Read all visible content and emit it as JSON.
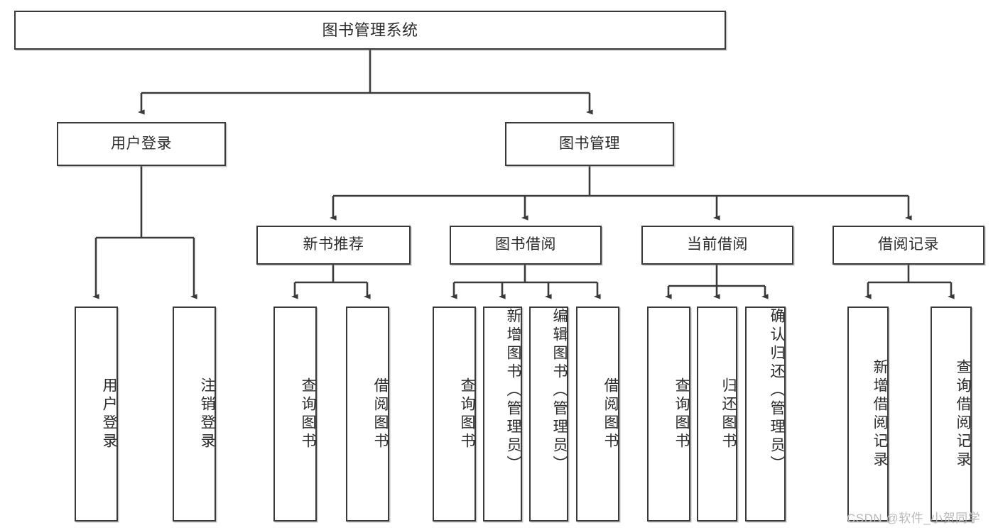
{
  "diagram": {
    "title": "图书管理系统",
    "type": "hierarchy-tree",
    "root": {
      "label": "图书管理系统"
    },
    "level1": [
      {
        "label": "用户登录"
      },
      {
        "label": "图书管理"
      }
    ],
    "level2": [
      {
        "label": "新书推荐",
        "parent": "图书管理"
      },
      {
        "label": "图书借阅",
        "parent": "图书管理"
      },
      {
        "label": "当前借阅",
        "parent": "图书管理"
      },
      {
        "label": "借阅记录",
        "parent": "图书管理"
      }
    ],
    "leaves": {
      "user_login": [
        {
          "label": "用户登录"
        },
        {
          "label": "注销登录"
        }
      ],
      "new_book_recommend": [
        {
          "label": "查询图书"
        },
        {
          "label": "借阅图书"
        }
      ],
      "book_borrow": [
        {
          "label": "查询图书"
        },
        {
          "label": "新增图书（管理员）"
        },
        {
          "label": "编辑图书（管理员）"
        },
        {
          "label": "借阅图书"
        }
      ],
      "current_borrow": [
        {
          "label": "查询图书"
        },
        {
          "label": "归还图书"
        },
        {
          "label": "确认归还（管理员）"
        }
      ],
      "borrow_record": [
        {
          "label": "新增借阅记录"
        },
        {
          "label": "查询借阅记录"
        }
      ]
    }
  },
  "watermark": {
    "text": "CSDN @软件_小贺同学"
  },
  "colors": {
    "box_border": "#3a3a3a",
    "box_fill": "#ffffff",
    "connector": "#3a3a3a",
    "text": "#2b2b2b",
    "watermark": "#b9b9b9"
  }
}
